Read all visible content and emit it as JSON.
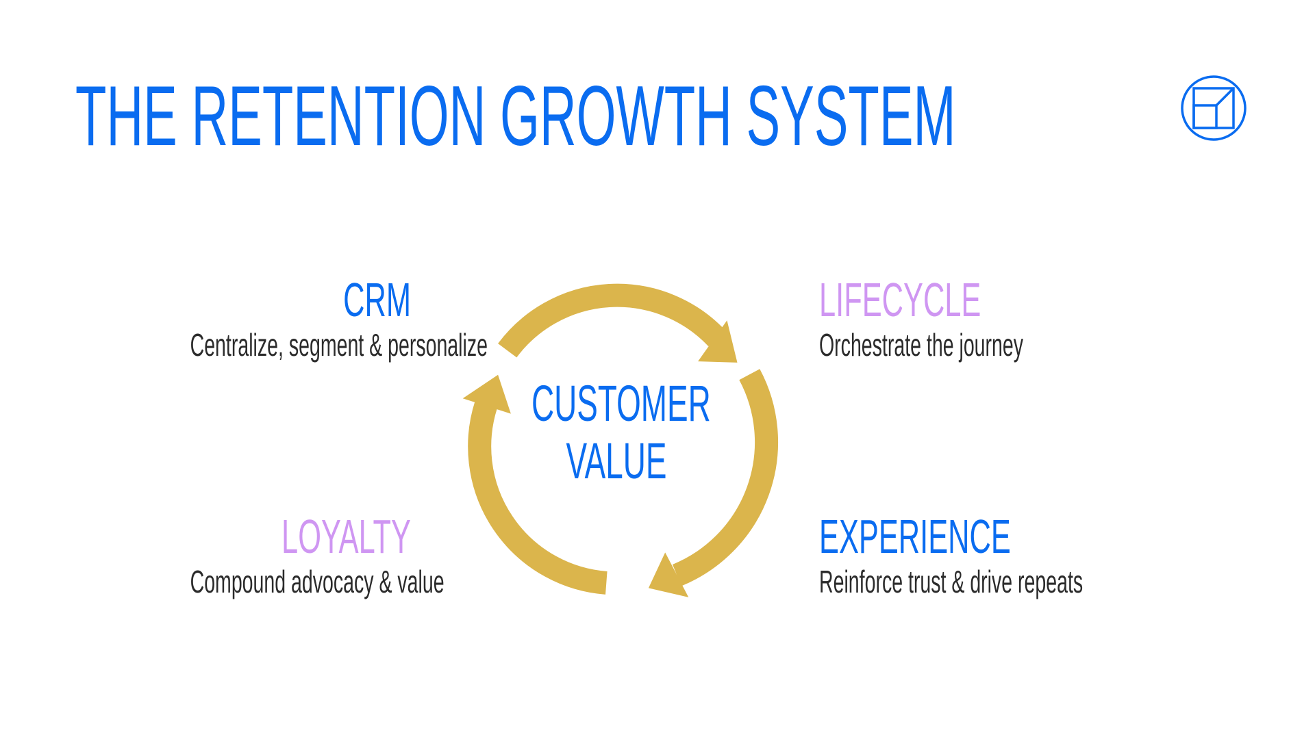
{
  "title": "THE RETENTION GROWTH SYSTEM",
  "colors": {
    "blue": "#0a6cf0",
    "purple": "#cf96f2",
    "gold": "#dbb54c",
    "text": "#2b2b2b"
  },
  "logo_icon": "cube-in-circle-icon",
  "center": {
    "line1": "CUSTOMER",
    "line2": "VALUE"
  },
  "stages": {
    "crm": {
      "label": "CRM",
      "desc": "Centralize, segment & personalize"
    },
    "lifecycle": {
      "label": "LIFECYCLE",
      "desc": "Orchestrate the journey"
    },
    "experience": {
      "label": "EXPERIENCE",
      "desc": "Reinforce trust & drive repeats"
    },
    "loyalty": {
      "label": "LOYALTY",
      "desc": "Compound advocacy & value"
    }
  }
}
